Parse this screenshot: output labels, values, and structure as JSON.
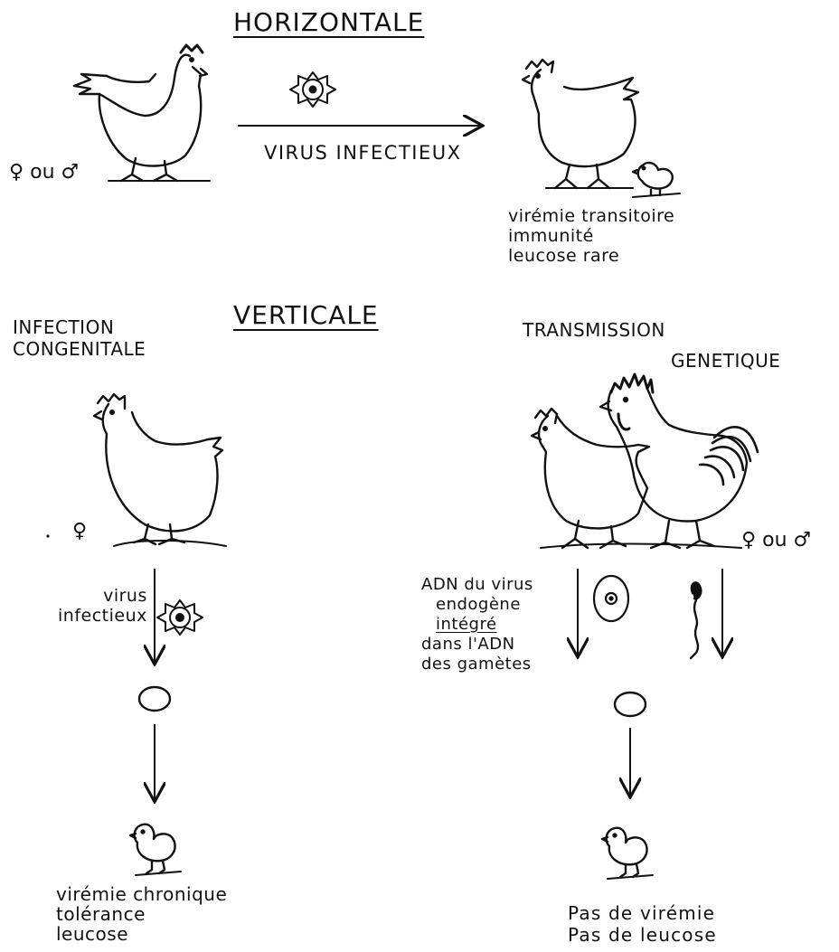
{
  "sections": {
    "horizontal": "HORIZONTALE",
    "vertical": "VERTICALE"
  },
  "horizontal": {
    "source_sex": "♀ ou ♂",
    "arrow_label": "VIRUS INFECTIEUX",
    "outcome": [
      "virémie transitoire",
      "immunité",
      "leucose rare"
    ]
  },
  "congenital": {
    "title": [
      "INFECTION",
      "CONGENITALE"
    ],
    "sex": "♀",
    "arrow_label": [
      "virus",
      "infectieux"
    ],
    "outcome": [
      "virémie chronique",
      "tolérance",
      "leucose"
    ]
  },
  "genetic": {
    "title_1": "TRANSMISSION",
    "title_2": "GENETIQUE",
    "sex": "♀ ou ♂",
    "dna_note": {
      "line1": "ADN du virus",
      "line2": "endogène",
      "line3": "intégré",
      "line4": "dans l'ADN",
      "line5": "des gamètes"
    },
    "outcome": [
      "Pas de virémie",
      "Pas de leucose"
    ]
  }
}
